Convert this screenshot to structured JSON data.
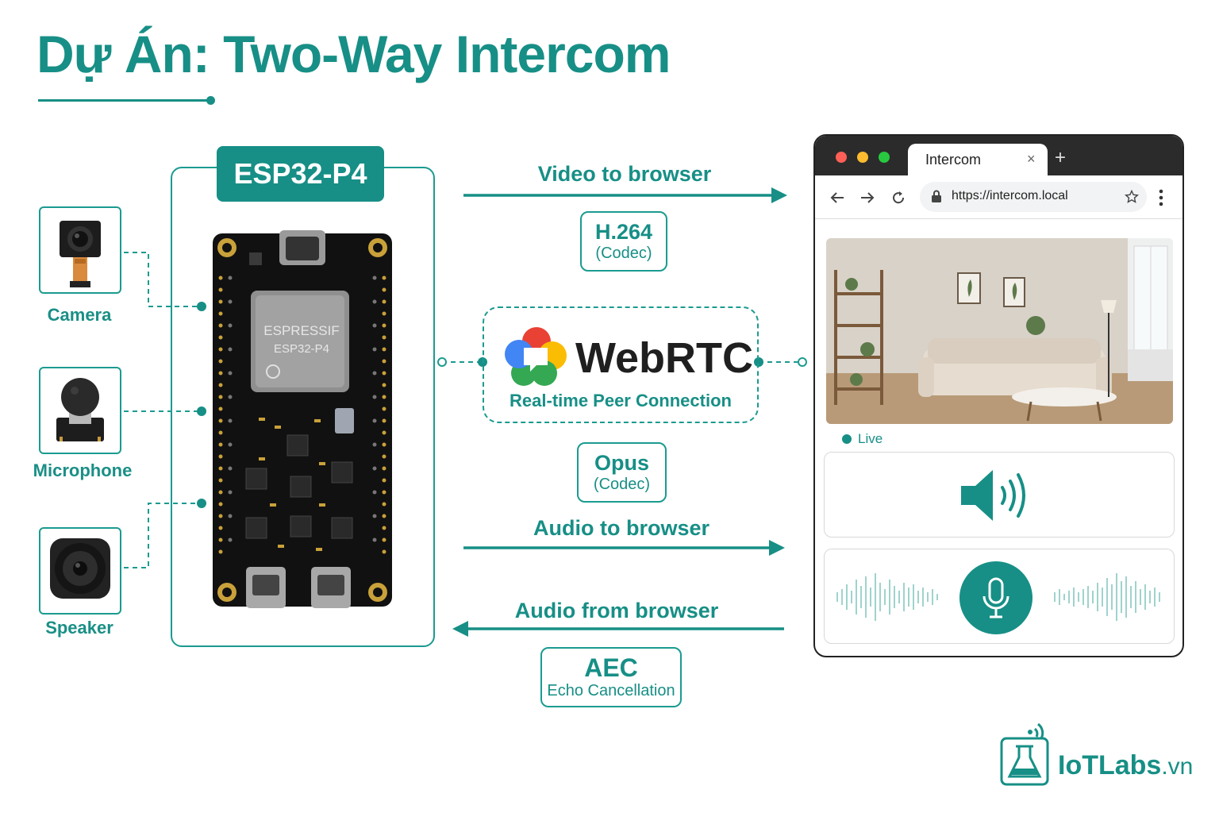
{
  "title": "Dự Án: Two-Way Intercom",
  "components": {
    "camera": "Camera",
    "microphone": "Microphone",
    "speaker": "Speaker"
  },
  "board": {
    "label": "ESP32-P4",
    "chip_brand": "ESPRESSIF",
    "chip_model": "ESP32-P4"
  },
  "links": {
    "video": {
      "label": "Video to browser",
      "codec": "H.264",
      "codec_sub": "(Codec)"
    },
    "audio_to": {
      "label": "Audio to browser",
      "codec": "Opus",
      "codec_sub": "(Codec)"
    },
    "audio_from": {
      "label": "Audio from browser",
      "codec": "AEC",
      "codec_sub": "Echo Cancellation"
    }
  },
  "webrtc": {
    "name": "WebRTC",
    "subtitle": "Real-time Peer Connection"
  },
  "browser": {
    "tab_title": "Intercom",
    "tab_close": "×",
    "new_tab": "+",
    "url": "https://intercom.local",
    "status": "Live"
  },
  "brand": {
    "name": "IoTLabs",
    "suffix": ".vn"
  },
  "colors": {
    "accent": "#178f86",
    "webrtc_red": "#e94235",
    "webrtc_yellow": "#fbbc04",
    "webrtc_green": "#34a853",
    "webrtc_blue": "#4285f4"
  }
}
